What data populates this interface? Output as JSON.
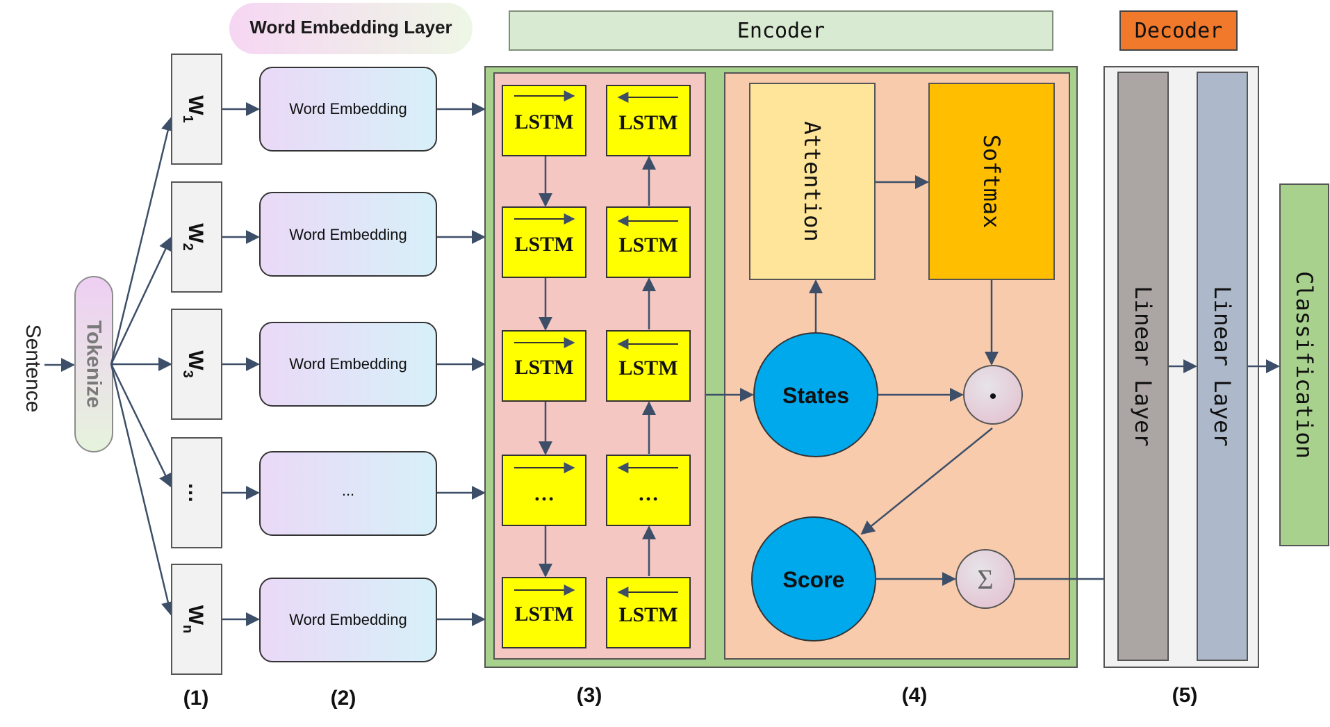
{
  "input": {
    "sentence": "Sentence",
    "tokenize": "Tokenize"
  },
  "words": [
    {
      "base": "W",
      "sub": "1"
    },
    {
      "base": "W",
      "sub": "2"
    },
    {
      "base": "W",
      "sub": "3"
    },
    {
      "base": "…",
      "sub": ""
    },
    {
      "base": "W",
      "sub": "n"
    }
  ],
  "embedding": {
    "header": "Word Embedding Layer",
    "boxes": [
      "Word Embedding",
      "Word Embedding",
      "Word Embedding",
      "...",
      "Word Embedding"
    ]
  },
  "encoder": {
    "header": "Encoder",
    "forward_lstm": [
      "LSTM",
      "LSTM",
      "LSTM",
      "…",
      "LSTM"
    ],
    "backward_lstm": [
      "LSTM",
      "LSTM",
      "LSTM",
      "…",
      "LSTM"
    ],
    "attention": "Attention",
    "softmax": "Softmax",
    "states": "States",
    "score": "Score",
    "dot_symbol": "•",
    "sum_symbol": "Σ"
  },
  "decoder": {
    "header": "Decoder",
    "linear1": "Linear Layer",
    "linear2": "Linear Layer"
  },
  "output": {
    "classification": "Classification"
  },
  "stage_labels": [
    "(1)",
    "(2)",
    "(3)",
    "(4)",
    "(5)"
  ],
  "colors": {
    "lstm_yellow": "#ffff00",
    "attention": "#ffe599",
    "softmax": "#ffbf00",
    "circle_blue": "#00a8ec",
    "encoder_green": "#a9d18e",
    "bilstm_pink": "#f4c7c3",
    "attn_peach": "#f8cbad",
    "encoder_header": "#d9ead3",
    "decoder_header": "#f0792b",
    "linear1": "#aba5a3",
    "linear2": "#adb9ca",
    "classification": "#a9d18e"
  }
}
